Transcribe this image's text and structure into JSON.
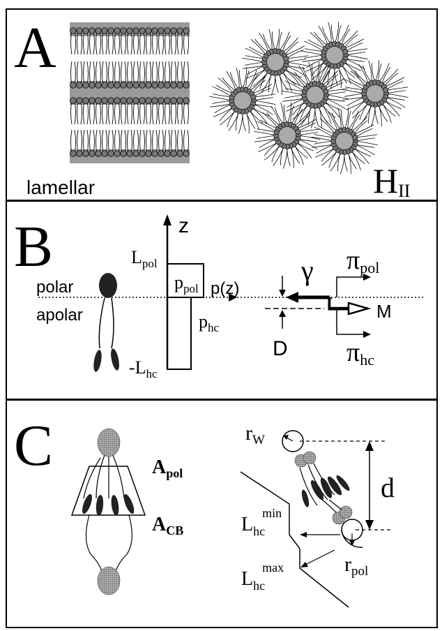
{
  "panels": {
    "a": {
      "letter": "A",
      "lamellar_label": "lamellar",
      "hexagonal_label": "H",
      "hexagonal_sub": "II"
    },
    "b": {
      "letter": "B",
      "z_label": "z",
      "L_pol": "L",
      "L_pol_sub": "pol",
      "polar_label": "polar",
      "apolar_label": "apolar",
      "p_pol": "p",
      "p_pol_sub": "pol",
      "p_z": "p(z)",
      "p_hc": "p",
      "p_hc_sub": "hc",
      "L_hc": "-L",
      "L_hc_sub": "hc",
      "gamma": "γ",
      "pi_pol": "π",
      "pi_pol_sub": "pol",
      "pi_hc": "π",
      "pi_hc_sub": "hc",
      "M_label": "M",
      "D_label": "D"
    },
    "c": {
      "letter": "C",
      "A_pol": "A",
      "A_pol_sub": "pol",
      "A_CB": "A",
      "A_CB_sub": "CB",
      "r_W": "r",
      "r_W_sub": "W",
      "d_label": "d",
      "L_min": "L",
      "L_min_sub": "hc",
      "L_min_sup": "min",
      "L_max": "L",
      "L_max_sub": "hc",
      "L_max_sup": "max",
      "r_pol": "r",
      "r_pol_sub": "pol"
    }
  }
}
